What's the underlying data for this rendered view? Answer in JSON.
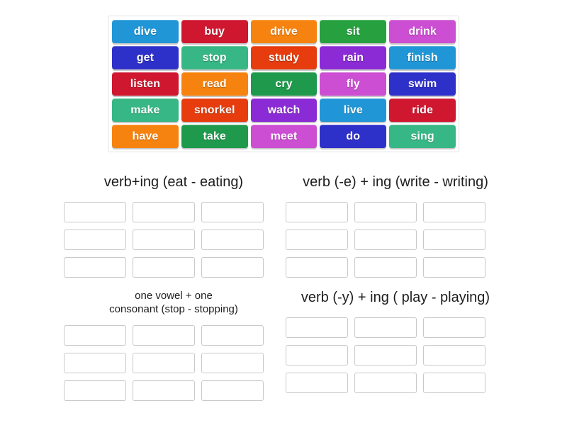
{
  "activity": {
    "type": "group-sort",
    "tile_bank": {
      "name": "word-tile-bank",
      "rows": [
        [
          {
            "label": "dive",
            "color": "#2196d6"
          },
          {
            "label": "buy",
            "color": "#cf1730"
          },
          {
            "label": "drive",
            "color": "#f6830f"
          },
          {
            "label": "sit",
            "color": "#27a03f"
          },
          {
            "label": "drink",
            "color": "#cc4ed3"
          }
        ],
        [
          {
            "label": "get",
            "color": "#2e31c9"
          },
          {
            "label": "stop",
            "color": "#37b785"
          },
          {
            "label": "study",
            "color": "#e63c0e"
          },
          {
            "label": "rain",
            "color": "#8b2bd6"
          },
          {
            "label": "finish",
            "color": "#2196d6"
          }
        ],
        [
          {
            "label": "listen",
            "color": "#cf1730"
          },
          {
            "label": "read",
            "color": "#f6830f"
          },
          {
            "label": "cry",
            "color": "#1f9a4d"
          },
          {
            "label": "fly",
            "color": "#cc4ed3"
          },
          {
            "label": "swim",
            "color": "#2e31c9"
          }
        ],
        [
          {
            "label": "make",
            "color": "#37b785"
          },
          {
            "label": "snorkel",
            "color": "#e63c0e"
          },
          {
            "label": "watch",
            "color": "#8b2bd6"
          },
          {
            "label": "live",
            "color": "#2196d6"
          },
          {
            "label": "ride",
            "color": "#cf1730"
          }
        ],
        [
          {
            "label": "have",
            "color": "#f6830f"
          },
          {
            "label": "take",
            "color": "#1f9a4d"
          },
          {
            "label": "meet",
            "color": "#cc4ed3"
          },
          {
            "label": "do",
            "color": "#2e31c9"
          },
          {
            "label": "sing",
            "color": "#37b785"
          }
        ]
      ]
    },
    "groups": [
      {
        "title": "verb+ing (eat - eating)",
        "title_size": "normal",
        "slot_count": 9,
        "slot_values": [
          "",
          "",
          "",
          "",
          "",
          "",
          "",
          "",
          ""
        ]
      },
      {
        "title": "verb (-e) + ing (write - writing)",
        "title_size": "normal",
        "slot_count": 9,
        "slot_values": [
          "",
          "",
          "",
          "",
          "",
          "",
          "",
          "",
          ""
        ]
      },
      {
        "title": "one vowel + one\nconsonant (stop - stopping)",
        "title_size": "small",
        "slot_count": 9,
        "slot_values": [
          "",
          "",
          "",
          "",
          "",
          "",
          "",
          "",
          ""
        ]
      },
      {
        "title": "verb (-y) + ing ( play - playing)",
        "title_size": "normal",
        "slot_count": 9,
        "slot_values": [
          "",
          "",
          "",
          "",
          "",
          "",
          "",
          "",
          ""
        ]
      }
    ]
  },
  "colors": {
    "page_background": "#ffffff",
    "slot_border": "#c9c9c9",
    "bank_border": "#e2e2e2",
    "title_text": "#1d1d1d",
    "tile_text": "#ffffff"
  }
}
